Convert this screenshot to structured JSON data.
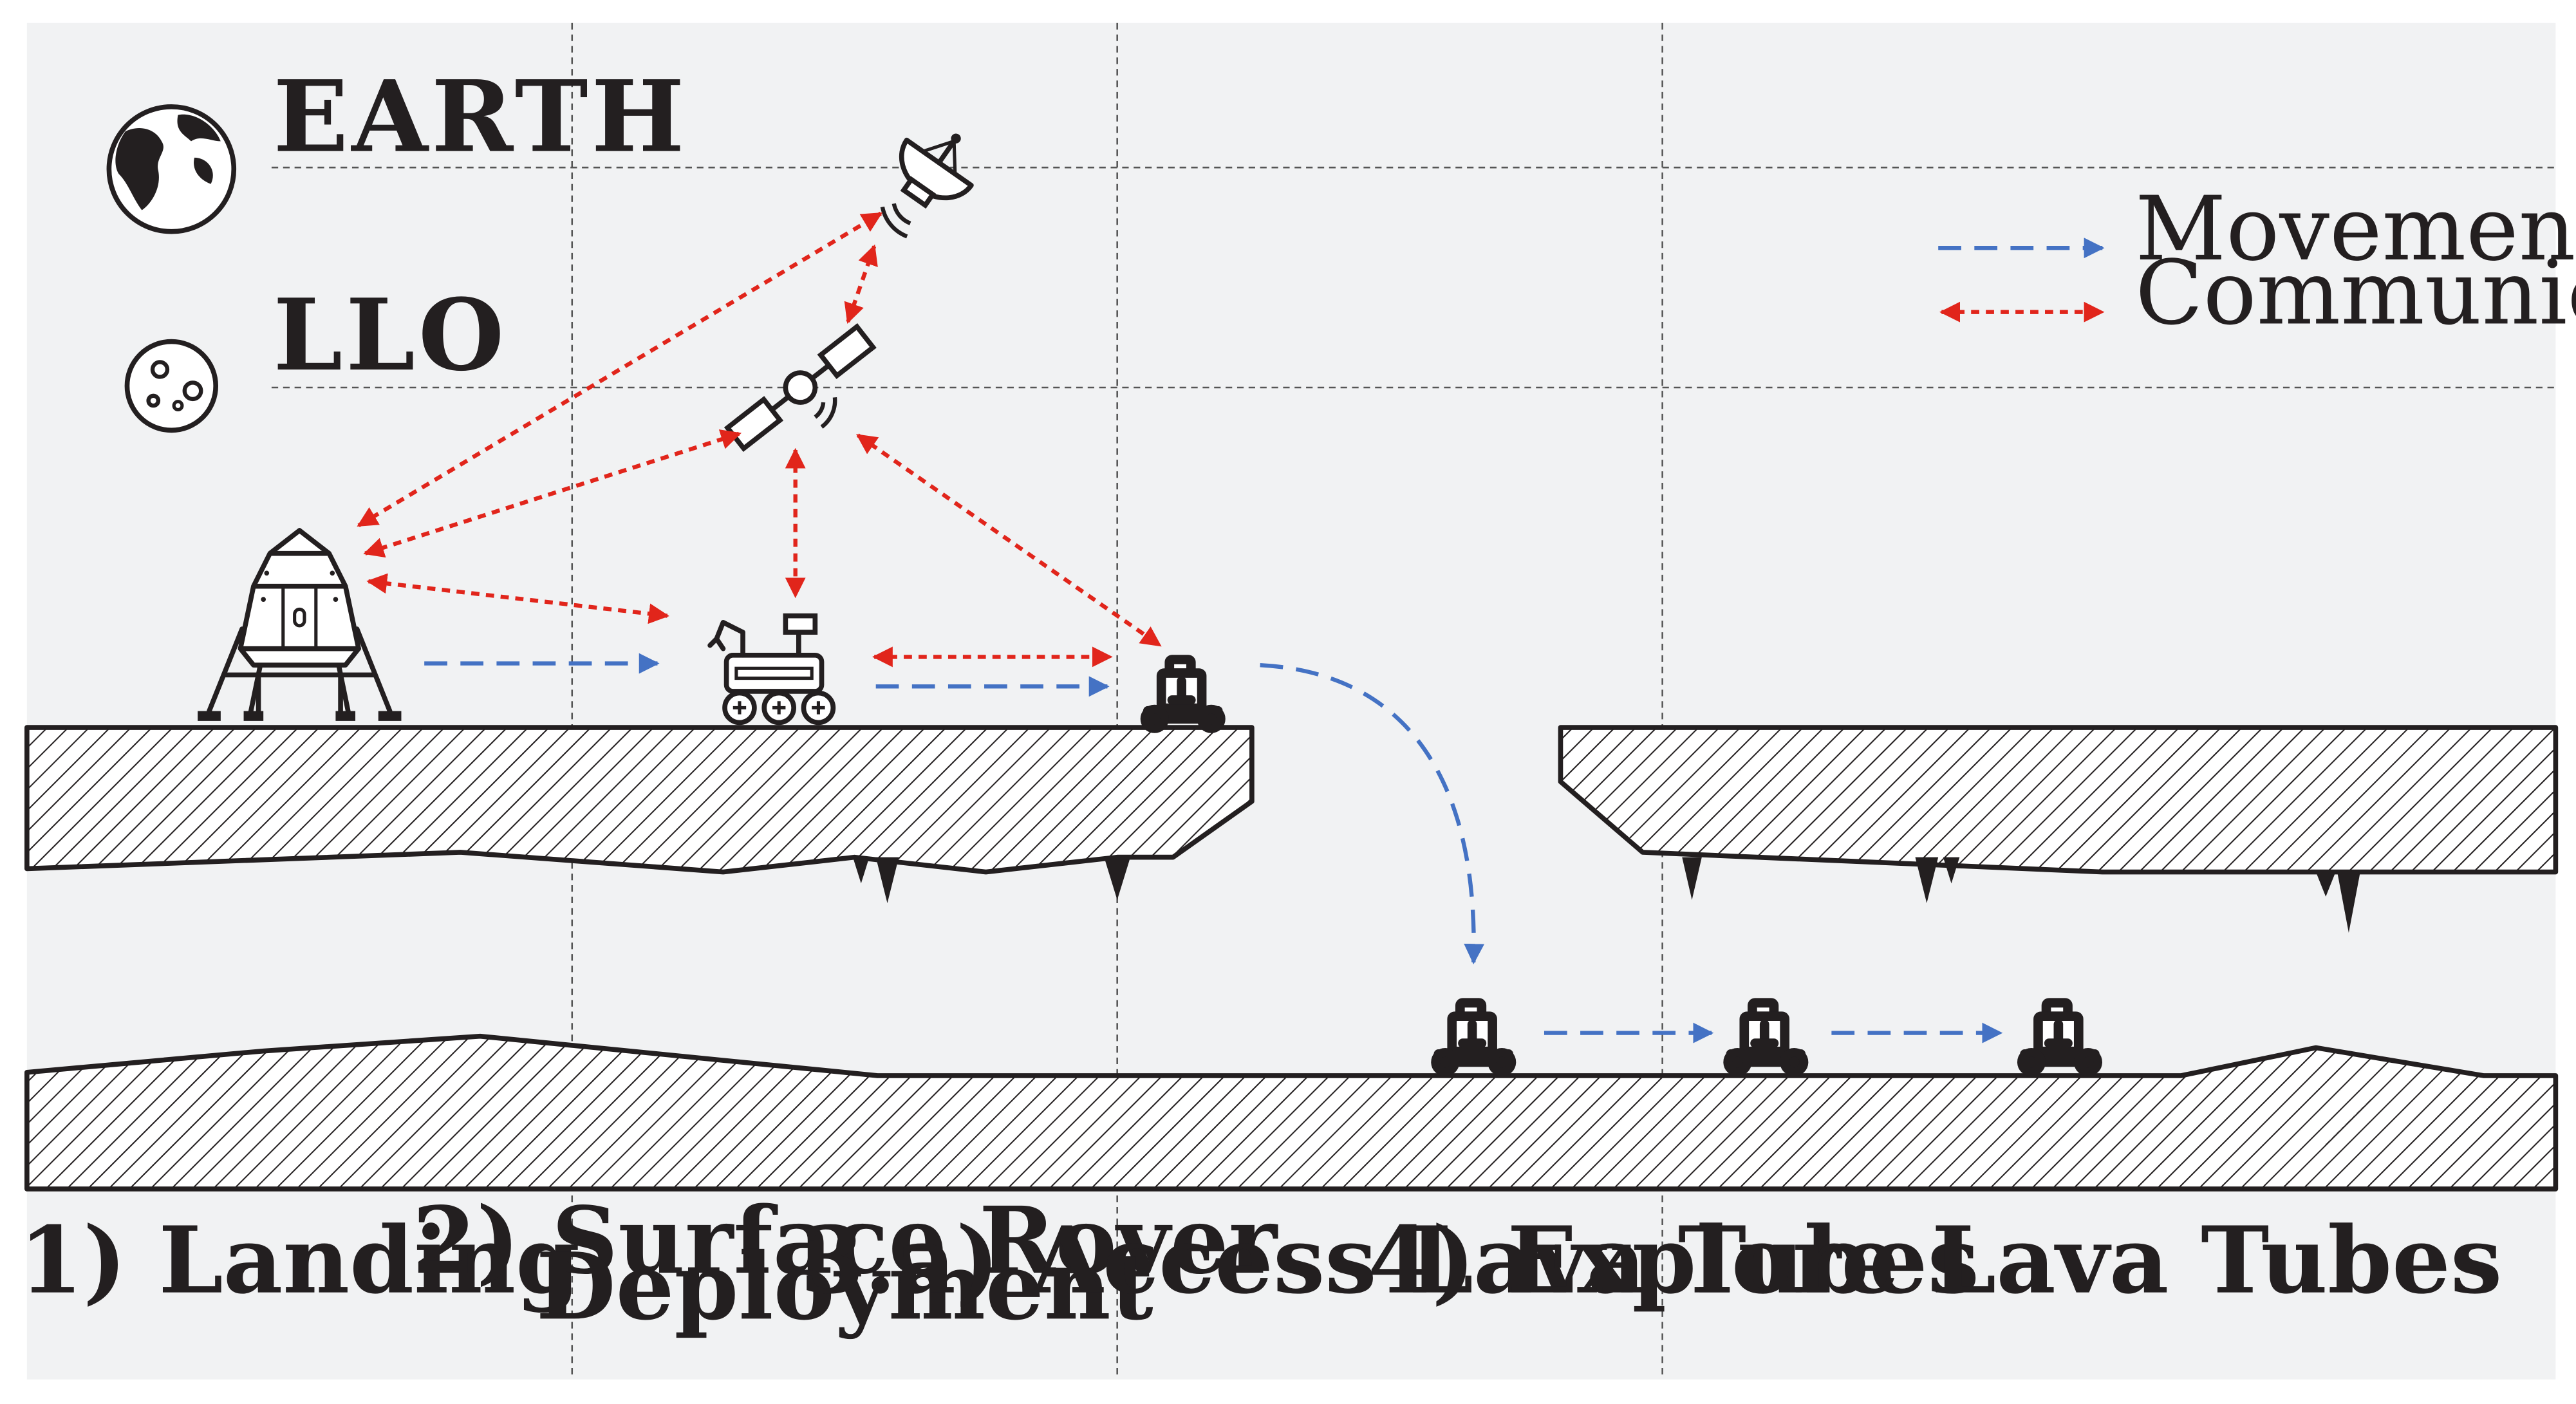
{
  "layers": {
    "earth": "EARTH",
    "llo": "LLO"
  },
  "legend": {
    "movement": "Movement",
    "communication": "Communication"
  },
  "phases": {
    "landing": "1) Landing",
    "rover_line1": "2) Surface Rover",
    "rover_line2": "Deployment",
    "access": "3.a) Access Lava Tubes",
    "explore": "4) Explore Lava Tubes"
  },
  "colors": {
    "background": "#f1f2f3",
    "movement": "#4472c4",
    "communication": "#e1251b",
    "ground": "#231f20",
    "gridline": "#555555"
  },
  "icons": {
    "earth": "globe-icon",
    "llo": "moon-icon",
    "relay": "satellite-dish-icon",
    "orbiter": "satellite-icon",
    "lander": "lunar-lander-icon",
    "surface_rover": "surface-rover-icon",
    "lava_tube_rover": "small-rover-icon"
  }
}
